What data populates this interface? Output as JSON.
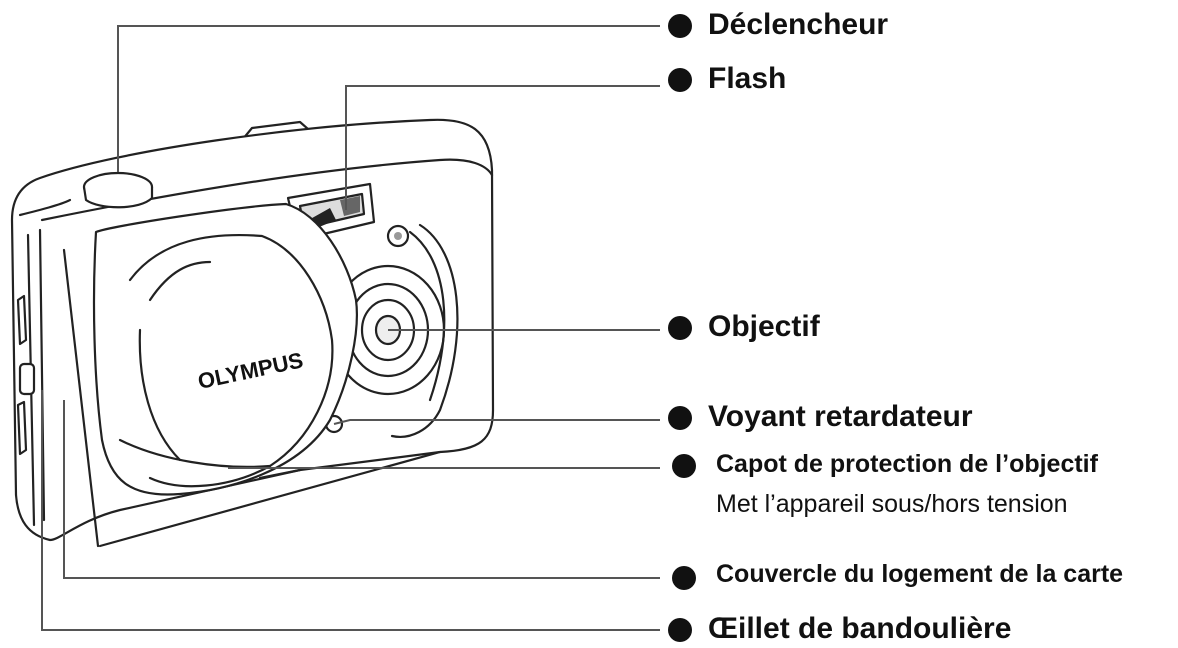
{
  "camera": {
    "brand_logo": "OLYMPUS"
  },
  "callouts": [
    {
      "id": "shutter",
      "label": "Déclencheur"
    },
    {
      "id": "flash",
      "label": "Flash"
    },
    {
      "id": "lens",
      "label": "Objectif"
    },
    {
      "id": "self-timer",
      "label": "Voyant retardateur"
    },
    {
      "id": "lens-cover",
      "label": "Capot de protection de l’objectif",
      "sublabel": "Met l’appareil sous/hors tension"
    },
    {
      "id": "card-cover",
      "label": "Couvercle du logement de la carte"
    },
    {
      "id": "strap-eyelet",
      "label": "Œillet de bandoulière"
    }
  ],
  "colors": {
    "ink": "#111111",
    "leader": "#555555",
    "background": "#ffffff"
  }
}
